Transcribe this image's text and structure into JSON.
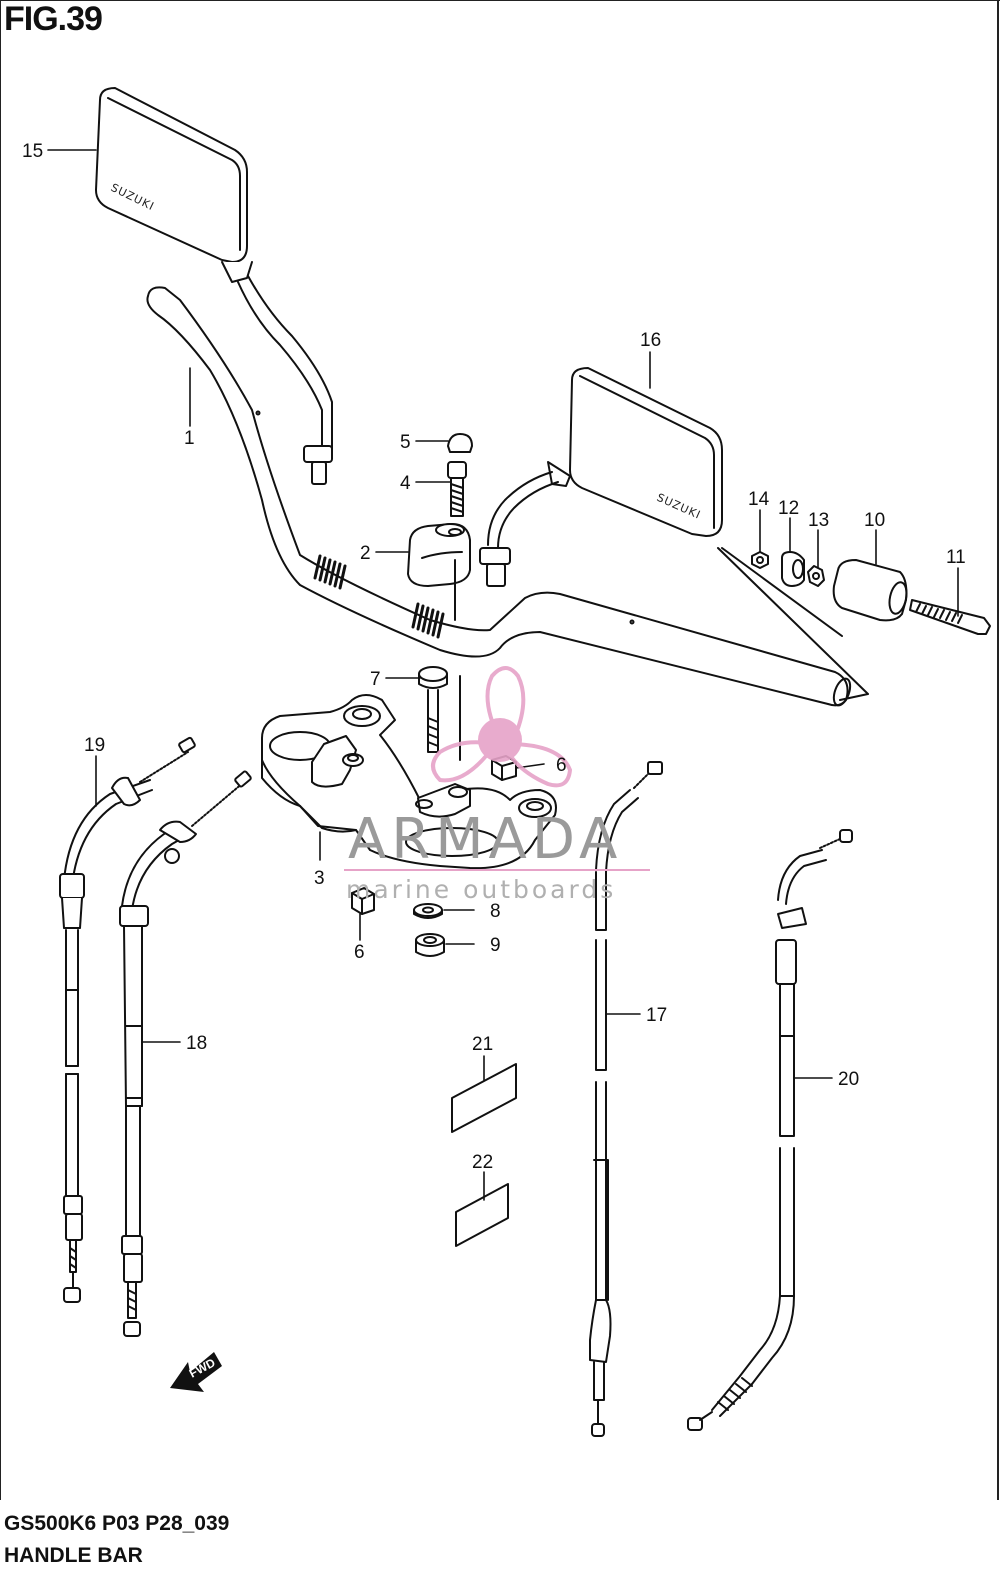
{
  "figure": {
    "title": "FIG.39",
    "code": "GS500K6 P03 P28_039",
    "name": "HANDLE BAR"
  },
  "mirror_brand": "SUZUKI",
  "fwd_label": "FWD",
  "watermark": {
    "brand": "ARMADA",
    "tagline": "marine outboards",
    "logo_color": "#e6a3c8"
  },
  "parts": [
    {
      "id": "1",
      "label": "1"
    },
    {
      "id": "2",
      "label": "2"
    },
    {
      "id": "3",
      "label": "3"
    },
    {
      "id": "4",
      "label": "4"
    },
    {
      "id": "5",
      "label": "5"
    },
    {
      "id": "6a",
      "label": "6"
    },
    {
      "id": "6b",
      "label": "6"
    },
    {
      "id": "7",
      "label": "7"
    },
    {
      "id": "8",
      "label": "8"
    },
    {
      "id": "9",
      "label": "9"
    },
    {
      "id": "10",
      "label": "10"
    },
    {
      "id": "11",
      "label": "11"
    },
    {
      "id": "12",
      "label": "12"
    },
    {
      "id": "13",
      "label": "13"
    },
    {
      "id": "14",
      "label": "14"
    },
    {
      "id": "15",
      "label": "15"
    },
    {
      "id": "16",
      "label": "16"
    },
    {
      "id": "17",
      "label": "17"
    },
    {
      "id": "18",
      "label": "18"
    },
    {
      "id": "19",
      "label": "19"
    },
    {
      "id": "20",
      "label": "20"
    },
    {
      "id": "21",
      "label": "21"
    },
    {
      "id": "22",
      "label": "22"
    }
  ]
}
